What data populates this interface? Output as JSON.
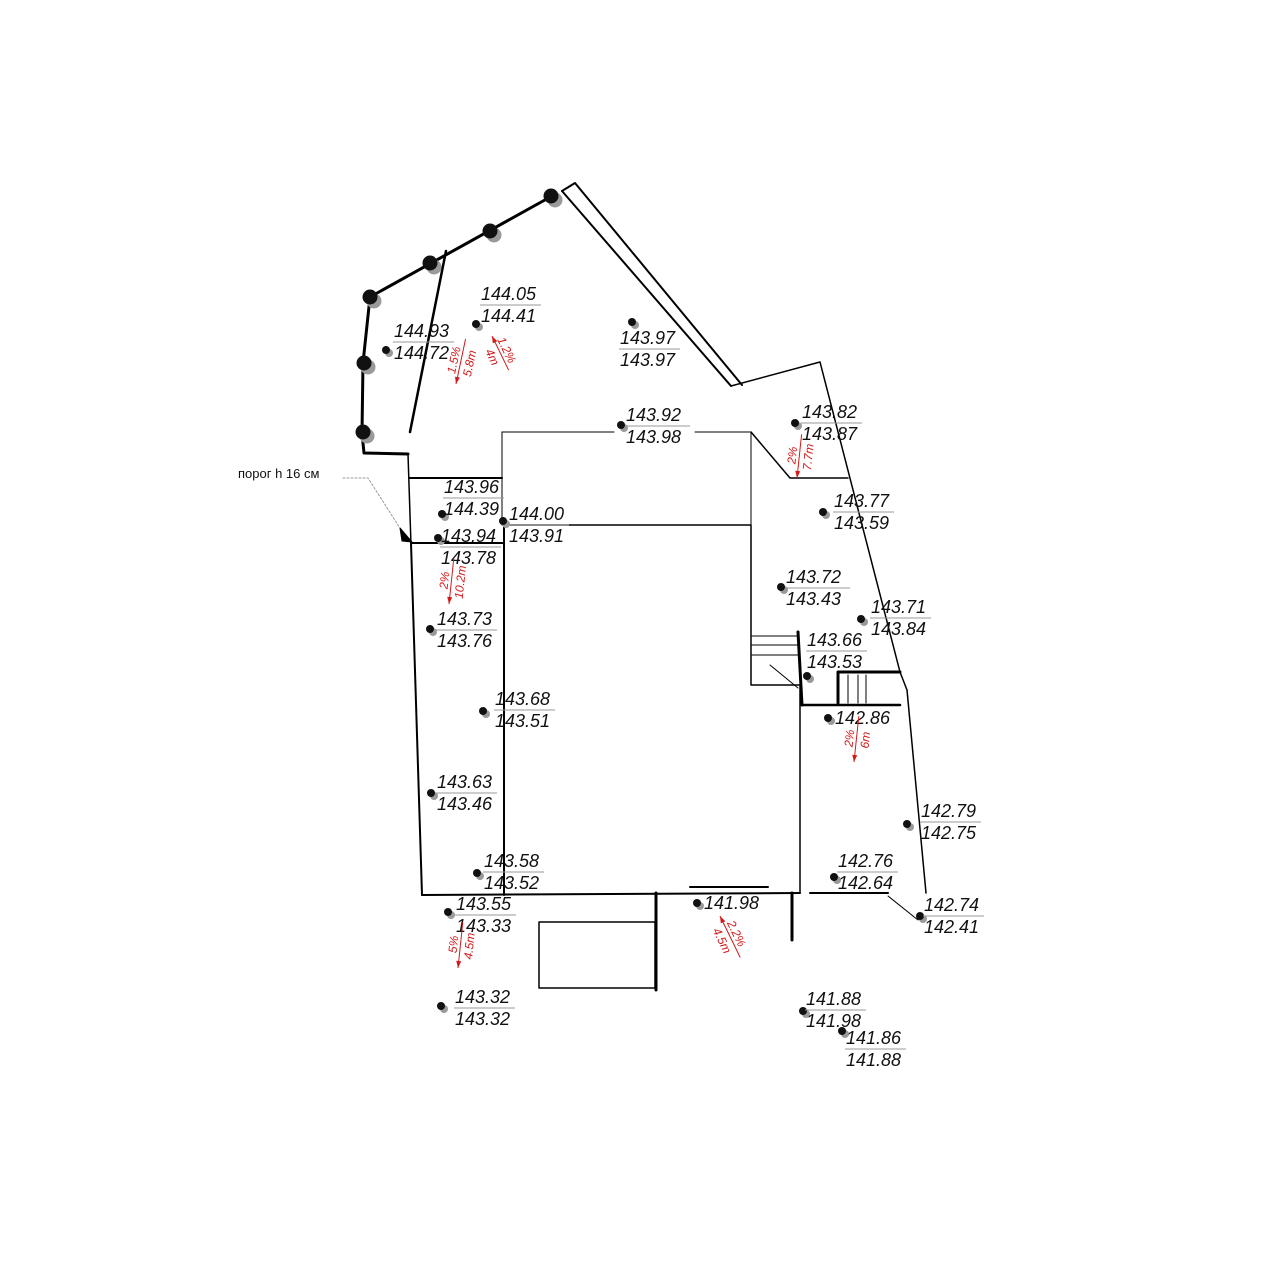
{
  "annotation": {
    "threshold_note": "порог h 16 см"
  },
  "colors": {
    "line": "#000000",
    "slope": "#d21a1a",
    "dot": "#111111",
    "dot_shadow": "#9a9a9a",
    "divider": "#999999"
  },
  "elevations": [
    {
      "id": "p01",
      "top": "144.05",
      "bottom": "144.41"
    },
    {
      "id": "p02",
      "top": "144.93",
      "bottom": "144.72"
    },
    {
      "id": "p03",
      "top": "143.97",
      "bottom": "143.97"
    },
    {
      "id": "p04",
      "top": "143.92",
      "bottom": "143.98"
    },
    {
      "id": "p05",
      "top": "143.82",
      "bottom": "143.87"
    },
    {
      "id": "p06",
      "top": "143.96",
      "bottom": "144.39"
    },
    {
      "id": "p07",
      "top": "144.00",
      "bottom": "143.91"
    },
    {
      "id": "p08",
      "top": "143.94",
      "bottom": "143.78"
    },
    {
      "id": "p09",
      "top": "143.77",
      "bottom": "143.59"
    },
    {
      "id": "p10",
      "top": "143.72",
      "bottom": "143.43"
    },
    {
      "id": "p11",
      "top": "143.71",
      "bottom": "143.84"
    },
    {
      "id": "p12",
      "top": "143.73",
      "bottom": "143.76"
    },
    {
      "id": "p13",
      "top": "143.66",
      "bottom": "143.53"
    },
    {
      "id": "p14",
      "top": "143.68",
      "bottom": "143.51"
    },
    {
      "id": "p15",
      "top": "142.86",
      "bottom": ""
    },
    {
      "id": "p16",
      "top": "143.63",
      "bottom": "143.46"
    },
    {
      "id": "p17",
      "top": "142.79",
      "bottom": "142.75"
    },
    {
      "id": "p18",
      "top": "143.58",
      "bottom": "143.52"
    },
    {
      "id": "p19",
      "top": "142.76",
      "bottom": "142.64"
    },
    {
      "id": "p20",
      "top": "143.55",
      "bottom": "143.33"
    },
    {
      "id": "p21",
      "top": "141.98",
      "bottom": ""
    },
    {
      "id": "p22",
      "top": "142.74",
      "bottom": "142.41"
    },
    {
      "id": "p23",
      "top": "143.32",
      "bottom": "143.32"
    },
    {
      "id": "p24",
      "top": "141.88",
      "bottom": "141.98"
    },
    {
      "id": "p25",
      "top": "141.86",
      "bottom": "141.88"
    }
  ],
  "slopes": [
    {
      "id": "s01",
      "percent": "1.5%",
      "length": "5.8m"
    },
    {
      "id": "s02",
      "percent": "1.2%",
      "length": "4m"
    },
    {
      "id": "s03",
      "percent": "2%",
      "length": "7.7m"
    },
    {
      "id": "s04",
      "percent": "2%",
      "length": "10.2m"
    },
    {
      "id": "s05",
      "percent": "2%",
      "length": "6m"
    },
    {
      "id": "s06",
      "percent": "5%",
      "length": "4.5m"
    },
    {
      "id": "s07",
      "percent": "2.2%",
      "length": "4.5m"
    }
  ]
}
